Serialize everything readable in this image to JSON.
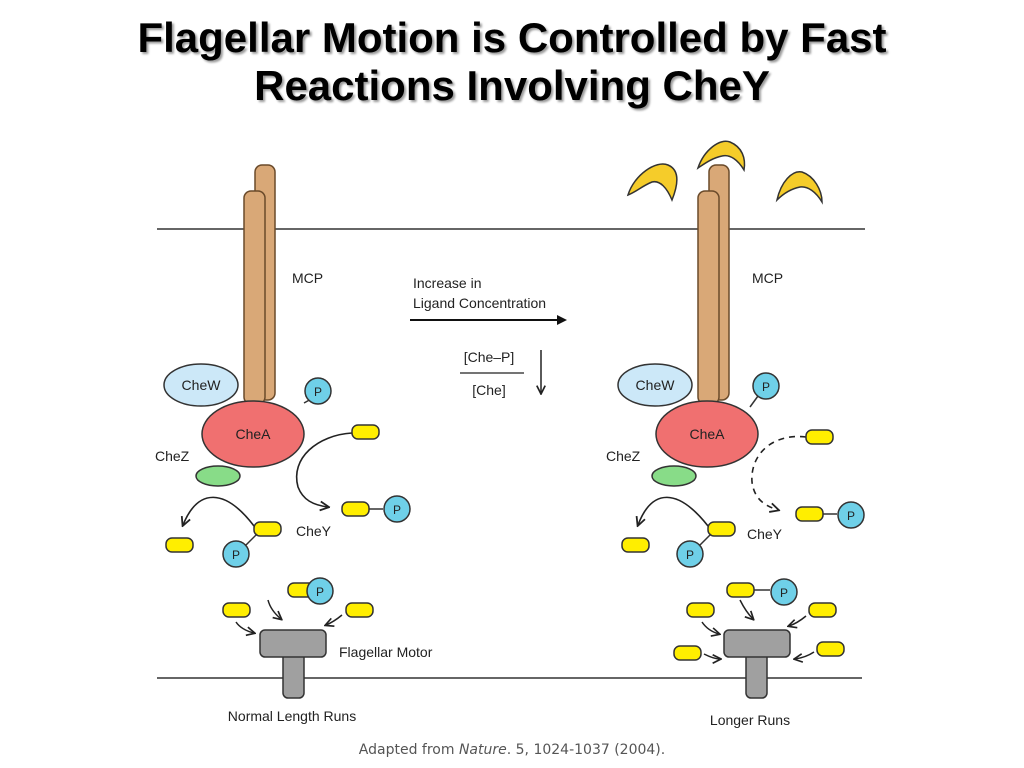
{
  "title": {
    "line1": "Flagellar Motion is Controlled by Fast",
    "line2": "Reactions Involving CheY"
  },
  "labels": {
    "mcp": "MCP",
    "chew": "CheW",
    "chea": "CheA",
    "chez": "CheZ",
    "chey": "CheY",
    "p": "P",
    "flagellar_motor": "Flagellar Motor",
    "increase_line1": "Increase in",
    "increase_line2": "Ligand Concentration",
    "ratio_numerator": "[Che–P]",
    "ratio_denominator": "[Che]",
    "left_result": "Normal Length Runs",
    "right_result": "Longer Runs"
  },
  "caption": {
    "prefix": "Adapted from ",
    "journal": "Nature",
    "suffix": ". 5, 1024-1037 (2004)."
  },
  "colors": {
    "mcp": "#d9a877",
    "chew": "#cce8f8",
    "chea": "#f07070",
    "chez": "#88dc88",
    "chey": "#ffee00",
    "phosphate": "#6fd0e8",
    "motor": "#a0a0a0",
    "ligand": "#f5cc2a"
  }
}
